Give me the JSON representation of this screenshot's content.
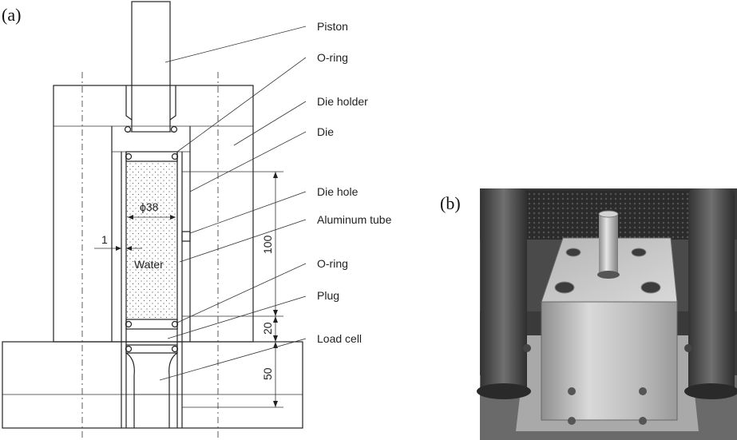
{
  "panels": {
    "a": "(a)",
    "b": "(b)"
  },
  "labels": {
    "piston": "Piston",
    "oring_top": "O-ring",
    "die_holder": "Die holder",
    "die": "Die",
    "die_hole": "Die hole",
    "aluminum_tube": "Aluminum tube",
    "oring_bottom": "O-ring",
    "plug": "Plug",
    "load_cell": "Load cell",
    "water": "Water"
  },
  "dimensions": {
    "diameter": "ϕ38",
    "wall": "1",
    "length_100": "100",
    "length_20": "20",
    "length_50": "50"
  },
  "colors": {
    "line": "#222222",
    "photo_bg": "#3a3a3a",
    "steel": "#c9c9c9"
  }
}
